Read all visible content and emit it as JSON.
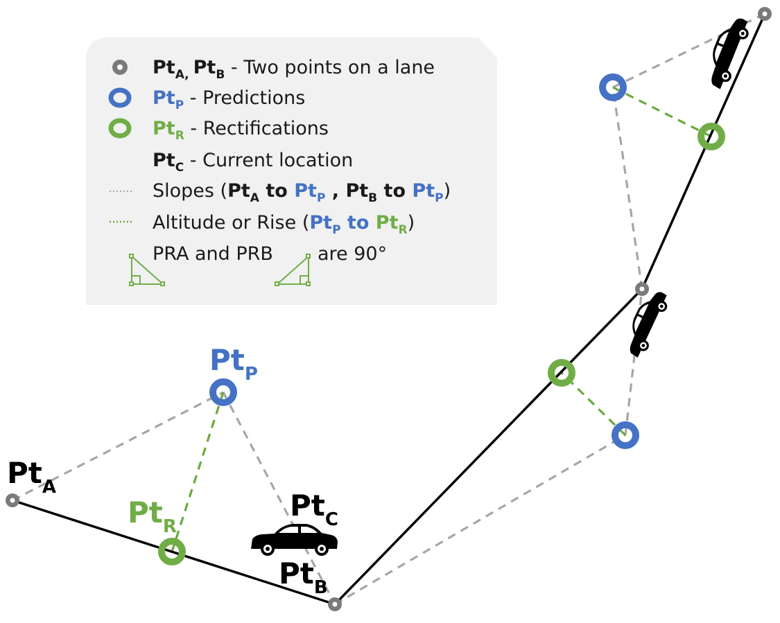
{
  "colors": {
    "lane_point": "#7a7a7a",
    "prediction": "#4472c4",
    "rectification": "#70ad47",
    "slope": "#a6a6a6",
    "altitude": "#6aaa3c",
    "lane_line": "#000000",
    "legend_bg": "#f1f1f1",
    "text": "#1a1a1a"
  },
  "legend": {
    "lane_points": {
      "pt_a": "Pt",
      "sub_a": "A,",
      "pt_b": "Pt",
      "sub_b": "B",
      "desc": " - Two points on a lane"
    },
    "predictions": {
      "pt": "Pt",
      "sub": "P",
      "desc": " - Predictions"
    },
    "rectifications": {
      "pt": "Pt",
      "sub": "R",
      "desc": " - Rectifications"
    },
    "current": {
      "pt": "Pt",
      "sub": "C",
      "desc": " - Current location"
    },
    "slopes": {
      "prefix": "Slopes (",
      "a_pt": "Pt",
      "a_sub": "A",
      "to1": " to ",
      "p1_pt": "Pt",
      "p1_sub": "P",
      "comma": " , ",
      "b_pt": "Pt",
      "b_sub": "B",
      "to2": " to ",
      "p2_pt": "Pt",
      "p2_sub": "P",
      "suffix": ")"
    },
    "altitude": {
      "prefix": "Altitude or Rise (",
      "p_pt": "Pt",
      "p_sub": "P",
      "to": " to ",
      "r_pt": "Pt",
      "r_sub": "R",
      "suffix": ")"
    },
    "angles": {
      "first": "PRA and PRB",
      "second": "are 90°"
    }
  },
  "labels": {
    "pt_p": {
      "main": "Pt",
      "sub": "P"
    },
    "pt_a": {
      "main": "Pt",
      "sub": "A"
    },
    "pt_r": {
      "main": "Pt",
      "sub": "R"
    },
    "pt_c": {
      "main": "Pt",
      "sub": "C"
    },
    "pt_b": {
      "main": "Pt",
      "sub": "B"
    }
  },
  "icons": [
    "lane-point-icon",
    "prediction-icon",
    "rectification-icon",
    "car-icon",
    "right-triangle-icon"
  ]
}
